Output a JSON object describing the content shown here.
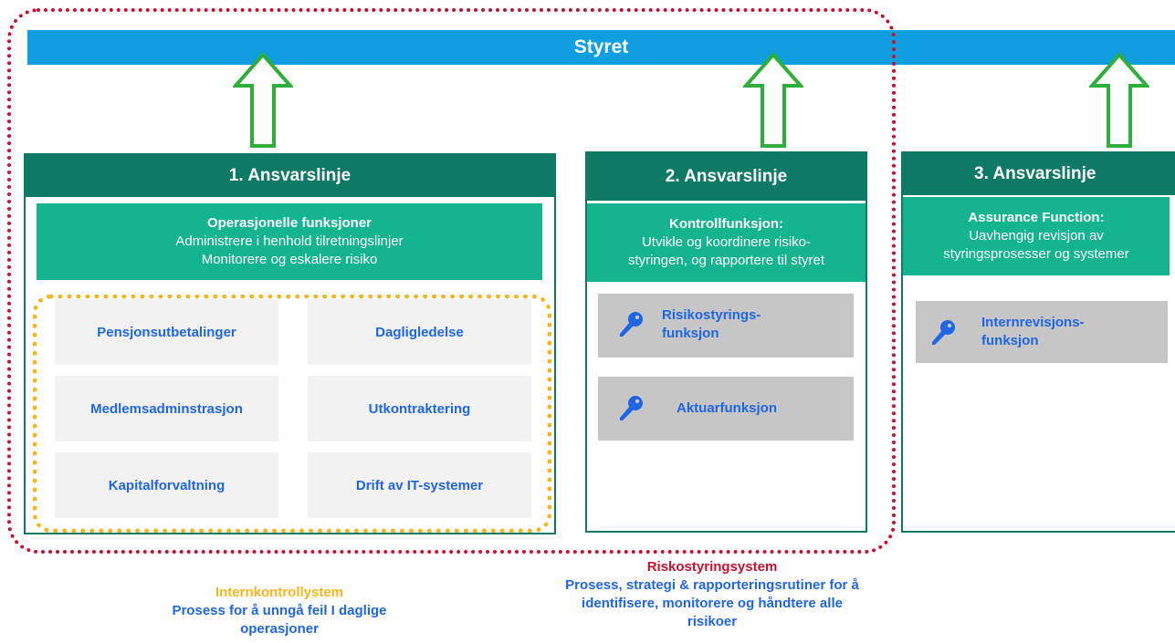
{
  "board": {
    "label": "Styret"
  },
  "colors": {
    "board": "#0f9fe0",
    "line_header": "#0e7a66",
    "function_box": "#13b48e",
    "text_blue": "#1f66e5",
    "internal_control_frame": "#f7b51c",
    "risk_system_frame": "#c8102e",
    "arrow": "#2eae3a"
  },
  "line1": {
    "title": "1. Ansvarslinje",
    "function": {
      "title": "Operasjonelle funksjoner",
      "line1": "Administrere i henhold tilretningslinjer",
      "line2": "Monitorere og eskalere risiko"
    },
    "cells": [
      "Pensjonsutbetalinger",
      "Dagligledelse",
      "Medlemsadminstrasjon",
      "Utkontraktering",
      "Kapitalforvaltning",
      "Drift av IT-systemer"
    ]
  },
  "line2": {
    "title": "2. Ansvarslinje",
    "function": {
      "title": "Kontrollfunksjon:",
      "line1": "Utvikle og koordinere risiko-",
      "line2": "styringen, og rapportere til styret"
    },
    "items": [
      {
        "line1": "Risikostyrings-",
        "line2": "funksjon",
        "icon": "key-icon"
      },
      {
        "line1": "Aktuarfunksjon",
        "line2": "",
        "icon": "key-icon"
      }
    ]
  },
  "line3": {
    "title": "3. Ansvarslinje",
    "function": {
      "title": "Assurance Function:",
      "line1": "Uavhengig revisjon av",
      "line2": "styringsprosesser og systemer"
    },
    "items": [
      {
        "line1": "Internrevisjons-",
        "line2": "funksjon",
        "icon": "key-icon"
      }
    ]
  },
  "captions": {
    "internal_control": {
      "title": "Internkontrollystem",
      "line1": "Prosess for å unngå feil I daglige",
      "line2": "operasjoner"
    },
    "risk_system": {
      "title": "Riskostyringsystem",
      "line1": "Prosess, strategi & rapporteringsrutiner for å",
      "line2": "identifisere, monitorere og håndtere alle",
      "line3": "risikoer"
    }
  }
}
